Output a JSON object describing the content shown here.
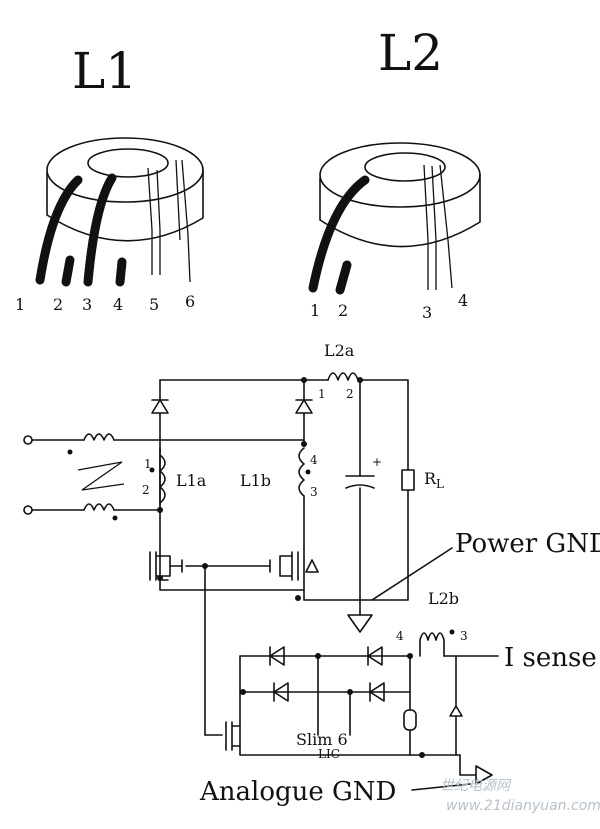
{
  "titles": {
    "l1": "L1",
    "l2": "L2"
  },
  "l1_pins": [
    "1",
    "2",
    "3",
    "4",
    "5",
    "6"
  ],
  "l2_pins": [
    "1",
    "2",
    "3",
    "4"
  ],
  "schematic": {
    "l2a": "L2a",
    "l2a_pin1": "1",
    "l2a_pin2": "2",
    "l1a": "L1a",
    "l1b": "L1b",
    "l1a_pin1": "1",
    "l1a_pin2": "2",
    "l1b_pin4": "4",
    "l1b_pin3": "3",
    "cap_plus": "+",
    "rl": "R",
    "rl_sub": "L",
    "power_gnd": "Power GND",
    "l2b": "L2b",
    "l2b_pin4": "4",
    "l2b_pin3": "3",
    "isense": "I sense",
    "slim": "Slim 6",
    "slim_sub": "LIC",
    "analogue_gnd": "Analogue GND"
  },
  "watermark": {
    "line1": "世纪电源网",
    "line2": "www.21dianyuan.com"
  }
}
